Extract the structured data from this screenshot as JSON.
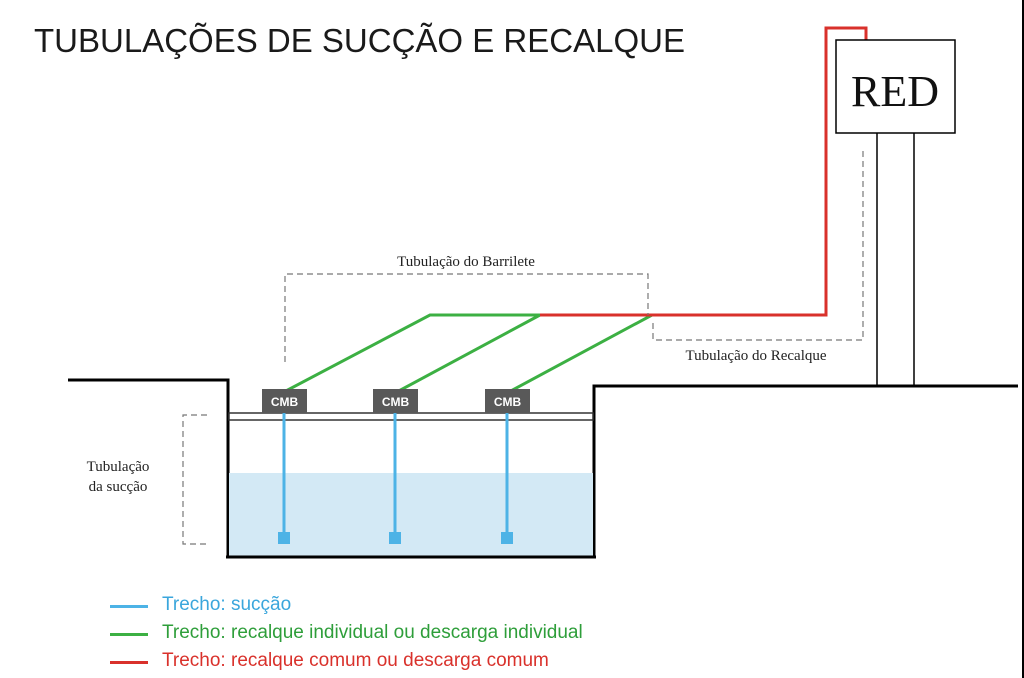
{
  "title": "TUBULAÇÕES DE SUCÇÃO E RECALQUE",
  "labels": {
    "red": "RED",
    "barrilete": "Tubulação do Barrilete",
    "recalque": "Tubulação do Recalque",
    "succao_line1": "Tubulação",
    "succao_line2": "da sucção"
  },
  "pumps": [
    {
      "label": "CMB"
    },
    {
      "label": "CMB"
    },
    {
      "label": "CMB"
    }
  ],
  "legend": [
    {
      "label": "Trecho: sucção",
      "color": "#4db3e6",
      "icon": "blue-line"
    },
    {
      "label": "Trecho: recalque individual ou descarga individual",
      "color": "#2e9e3a",
      "icon": "green-line"
    },
    {
      "label": "Trecho: recalque comum ou descarga comum",
      "color": "#d9312b",
      "icon": "red-line"
    }
  ],
  "colors": {
    "suction": "#4db3e6",
    "individual": "#3cb043",
    "common": "#d9312b",
    "water": "#d3e9f5",
    "pump": "#595959"
  }
}
